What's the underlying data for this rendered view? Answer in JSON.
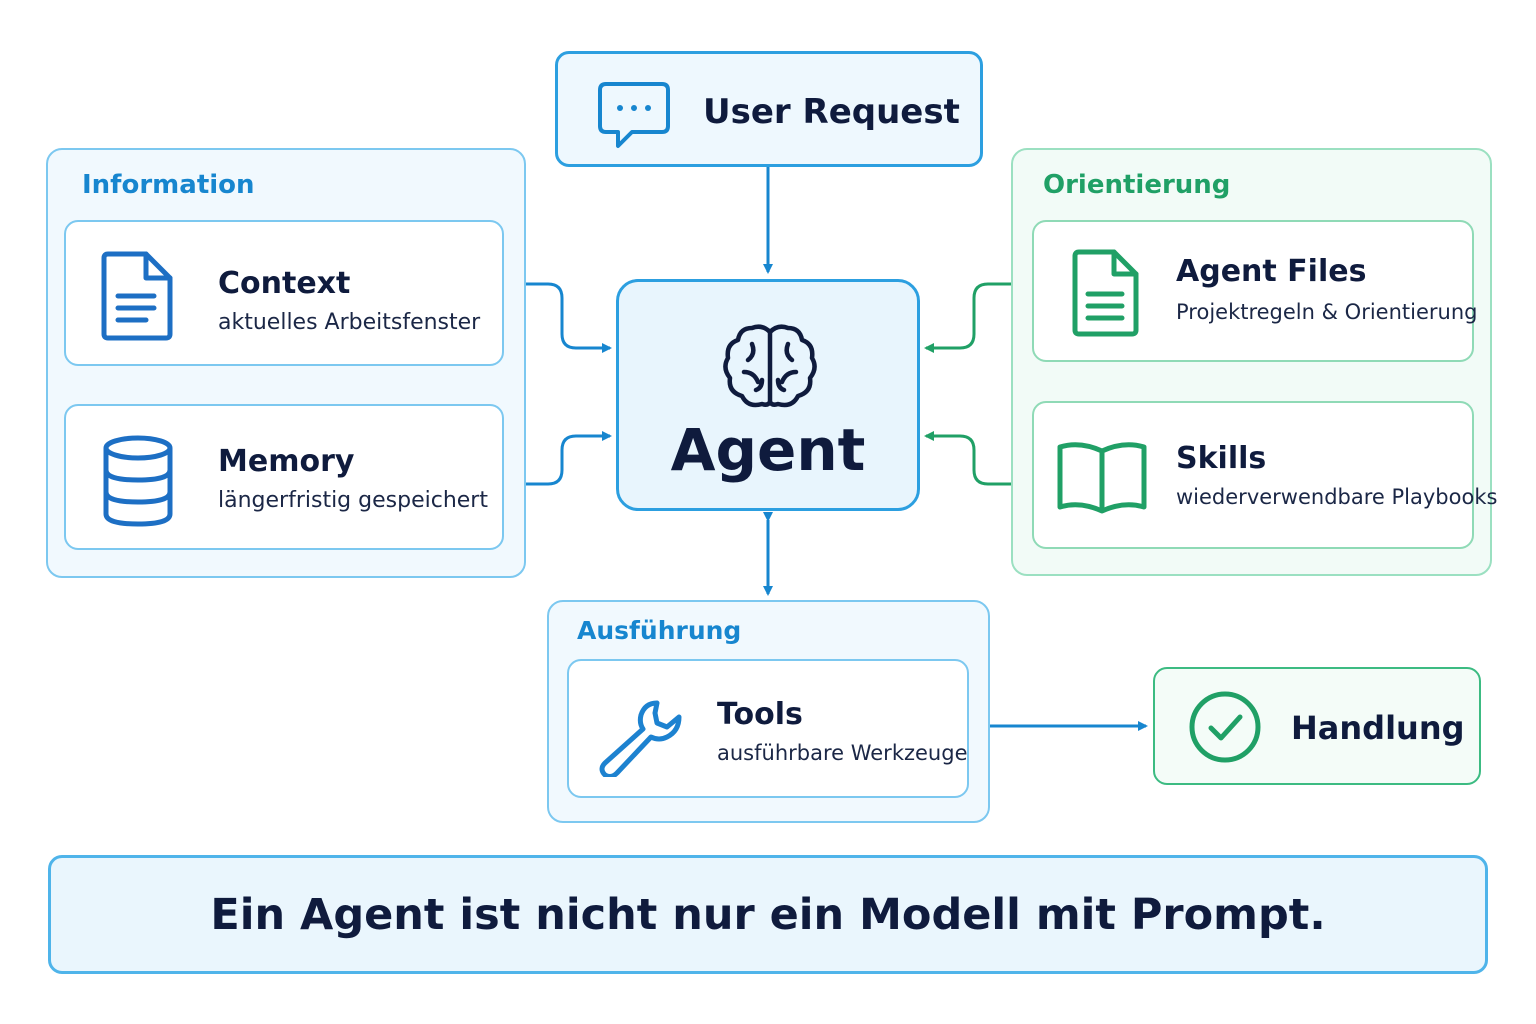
{
  "colors": {
    "blue": "#1786cf",
    "green": "#20a066",
    "navy": "#0f1b3d",
    "light_blue_border": "#7cc8f0",
    "light_green_border": "#9be0c1"
  },
  "user_request": {
    "label": "User Request",
    "icon": "chat-bubble-icon"
  },
  "agent": {
    "label": "Agent",
    "icon": "brain-icon"
  },
  "information": {
    "title": "Information",
    "cards": [
      {
        "title": "Context",
        "subtitle": "aktuelles Arbeitsfenster",
        "icon": "document-icon"
      },
      {
        "title": "Memory",
        "subtitle": "längerfristig gespeichert",
        "icon": "database-icon"
      }
    ]
  },
  "orientierung": {
    "title": "Orientierung",
    "cards": [
      {
        "title": "Agent Files",
        "subtitle": "Projektregeln & Orientierung",
        "icon": "document-icon"
      },
      {
        "title": "Skills",
        "subtitle": "wiederverwendbare Playbooks",
        "icon": "open-book-icon"
      }
    ]
  },
  "ausfuehrung": {
    "title": "Ausführung",
    "cards": [
      {
        "title": "Tools",
        "subtitle": "ausführbare Werkzeuge",
        "icon": "wrench-icon"
      }
    ]
  },
  "handlung": {
    "label": "Handlung",
    "icon": "check-circle-icon"
  },
  "footer": {
    "text": "Ein Agent ist nicht nur ein Modell mit Prompt."
  }
}
